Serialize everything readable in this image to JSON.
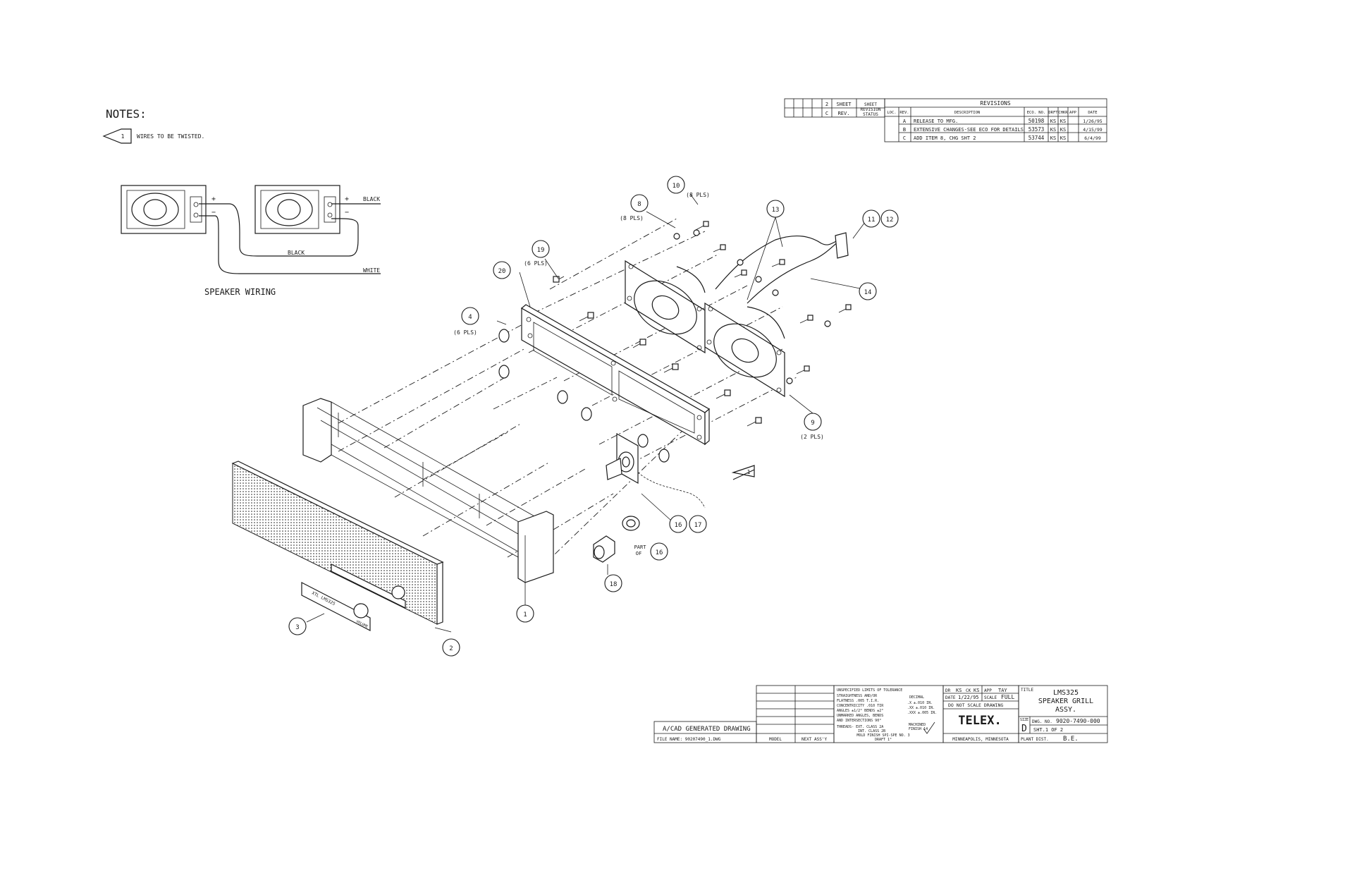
{
  "notes": {
    "title": "NOTES:",
    "note_number": "1",
    "note_text": "WIRES TO BE TWISTED."
  },
  "wiring": {
    "title": "SPEAKER WIRING",
    "plus": "+",
    "minus": "−",
    "black_top": "BLACK",
    "black_mid": "BLACK",
    "white": "WHITE"
  },
  "revision_status": {
    "sheet_num": "2",
    "sheet_label": "SHEET",
    "rev_letter": "C",
    "rev_label": "REV.",
    "status_line1": "SHEET",
    "status_line2": "REVISION",
    "status_line3": "STATUS"
  },
  "revisions": {
    "title": "REVISIONS",
    "headers": [
      "LOC.",
      "REV.",
      "DESCRIPTION",
      "ECO. NO.",
      "DRFT",
      "CHKR",
      "APP",
      "DATE"
    ],
    "rows": [
      {
        "loc": "",
        "rev": "A",
        "desc": "RELEASE TO MFG.",
        "eco": "50198",
        "drft": "KS",
        "chkr": "KS",
        "app": "",
        "date": "1/26/95"
      },
      {
        "loc": "",
        "rev": "B",
        "desc": "EXTENSIVE CHANGES-SEE ECO FOR DETAILS",
        "eco": "53573",
        "drft": "KS",
        "chkr": "KS",
        "app": "",
        "date": "4/15/99"
      },
      {
        "loc": "",
        "rev": "C",
        "desc": "ADD ITEM 8, CHG SHT 2",
        "eco": "53744",
        "drft": "KS",
        "chkr": "KS",
        "app": "",
        "date": "6/4/99"
      }
    ]
  },
  "callouts": {
    "c1": "1",
    "c2": "2",
    "c3": "3",
    "c4": "4",
    "c4_qty": "(6 PLS)",
    "c8": "8",
    "c8_qty": "(8 PLS)",
    "c9": "9",
    "c9_qty": "(2 PLS)",
    "c10": "10",
    "c10_qty": "(8 PLS)",
    "c11": "11",
    "c12": "12",
    "c13": "13",
    "c14": "14",
    "c16a": "16",
    "c17": "17",
    "c16b": "16",
    "part_of_1": "PART",
    "part_of_2": "OF",
    "c18": "18",
    "c19": "19",
    "c19_qty": "(6 PLS)",
    "c20": "20",
    "flag": "1"
  },
  "nameplate": {
    "left": "XTL LMS325",
    "right": "VOLUME"
  },
  "title_block": {
    "cad_label": "A/CAD GENERATED DRAWING",
    "file_name": "FILE NAME: 90207490_1.DWG",
    "model_label": "MODEL",
    "next_assy_label": "NEXT ASS'Y",
    "tol_title": "UNSPECIFIED LIMITS OF TOLERANCE",
    "tol_lines": [
      "STRAIGHTNESS AND/OR",
      "FLATNESS .005 T.I.R.",
      "CONCENTRICITY .010 TIR",
      "ANGLES ±1/2° BENDS ±2°",
      "UNMARKED ANGLES, BENDS",
      "AND INTERSECTIONS 90°"
    ],
    "decimal_label": "DECIMAL",
    "decimal_lines": [
      ".X  ±.010 IN.",
      ".XX  ±.010 IN.",
      ".XXX  ±.005 IN."
    ],
    "threads_lines": [
      "THREADS- EXT. CLASS 2A",
      "INT. CLASS 2B"
    ],
    "machined_lines": [
      "MACHINED",
      "FINISH 14"
    ],
    "mold_lines": [
      "MOLD FINISH SPI-SPE NO. 3",
      "DRAFT 1°"
    ],
    "dr_label": "DR",
    "dr_val": "KS",
    "ck_label": "CK",
    "ck_val": "KS",
    "app_label": "APP",
    "app_val": "TAY",
    "date_label": "DATE",
    "date_val": "1/22/95",
    "scale_label": "SCALE",
    "scale_val": "FULL",
    "no_scale": "DO NOT SCALE DRAWING",
    "company": "TELEX.",
    "city": "MINNEAPOLIS, MINNESOTA",
    "title_label": "TITLE",
    "title_lines": [
      "LMS325",
      "SPEAKER GRILL",
      "ASSY."
    ],
    "size_label": "SIZE",
    "size_val": "D",
    "dwg_label": "DWG. NO.",
    "dwg_val": "9020-7490-000",
    "sheet_val": "SHT.1 OF 2",
    "plant_label": "PLANT DIST.",
    "plant_val": "B.E."
  }
}
